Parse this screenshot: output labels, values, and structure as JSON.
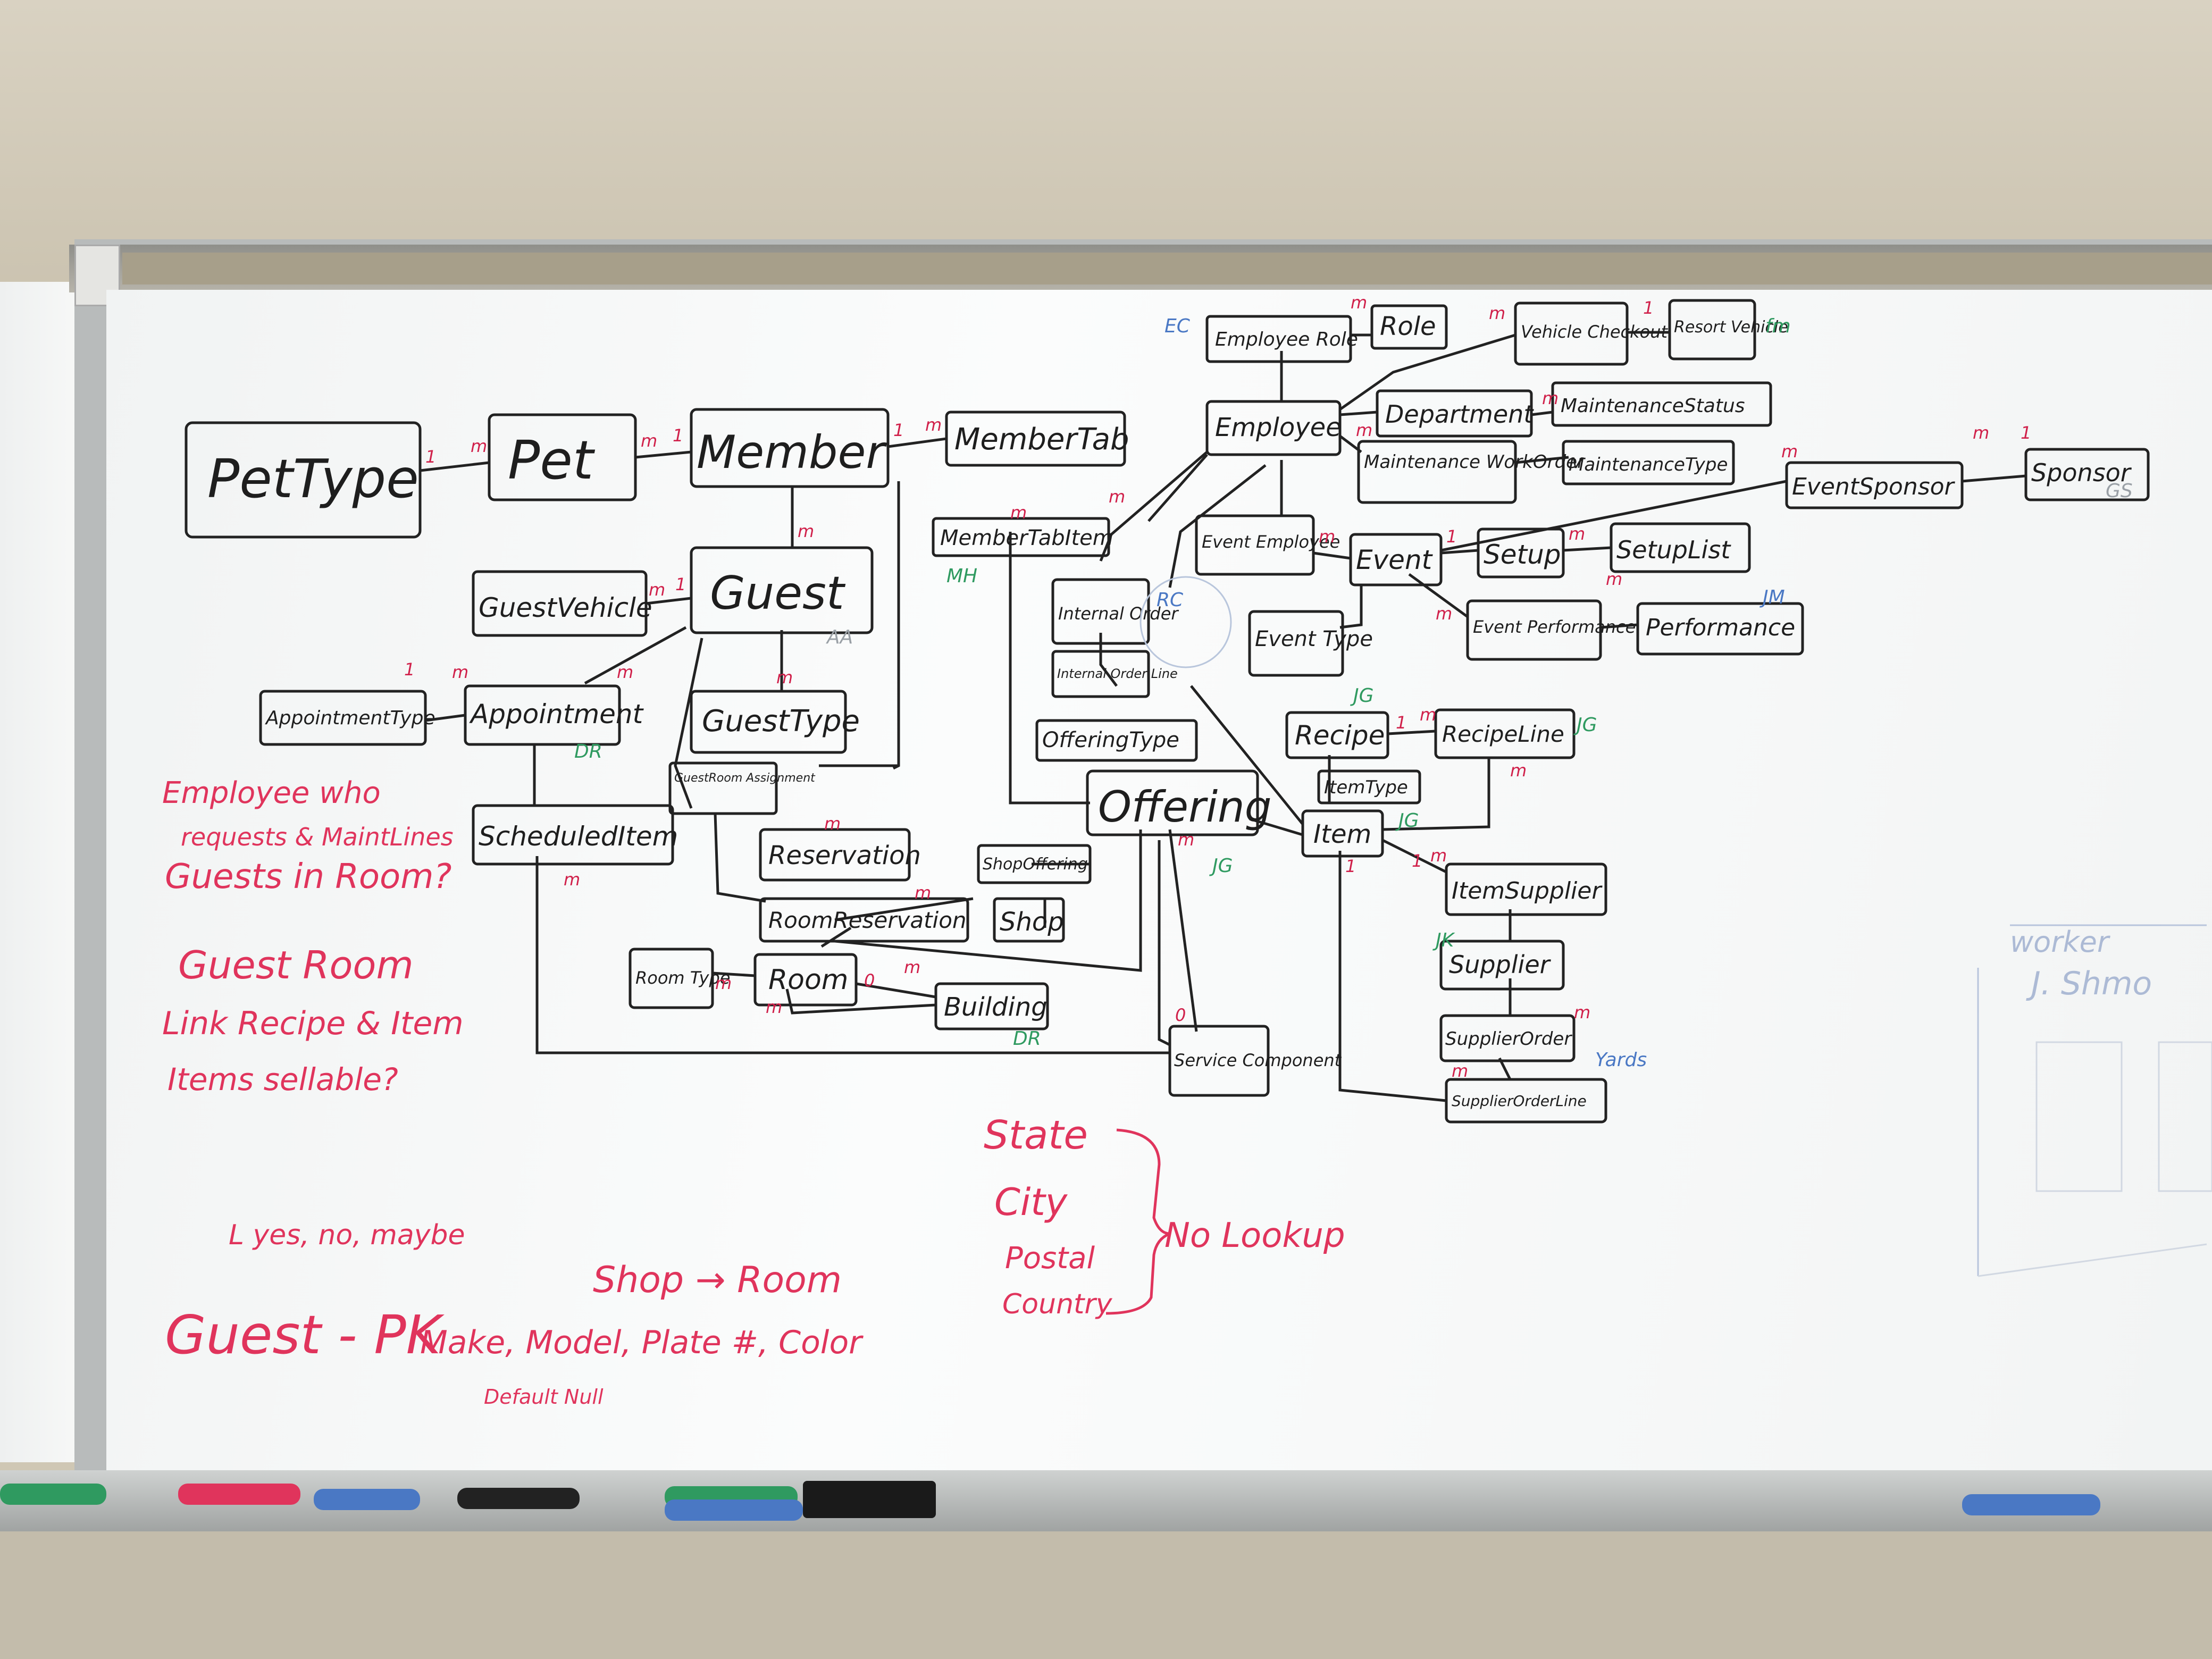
{
  "entities": [
    {
      "key": "pet-type",
      "label": "PetType"
    },
    {
      "key": "pet",
      "label": "Pet"
    },
    {
      "key": "member",
      "label": "Member"
    },
    {
      "key": "member-tab",
      "label": "MemberTab"
    },
    {
      "key": "member-tab-item",
      "label": "MemberTabItem"
    },
    {
      "key": "guest",
      "label": "Guest"
    },
    {
      "key": "guest-vehicle",
      "label": "GuestVehicle"
    },
    {
      "key": "guest-type",
      "label": "GuestType"
    },
    {
      "key": "appointment-type",
      "label": "AppointmentType"
    },
    {
      "key": "appointment",
      "label": "Appointment"
    },
    {
      "key": "scheduled-item",
      "label": "ScheduledItem"
    },
    {
      "key": "guest-room-assignment",
      "label": "GuestRoom Assignment"
    },
    {
      "key": "reservation",
      "label": "Reservation"
    },
    {
      "key": "room-reservation",
      "label": "RoomReservation"
    },
    {
      "key": "room-type",
      "label": "Room Type"
    },
    {
      "key": "room",
      "label": "Room"
    },
    {
      "key": "building",
      "label": "Building"
    },
    {
      "key": "shop-offering",
      "label": "ShopOffering"
    },
    {
      "key": "shop",
      "label": "Shop"
    },
    {
      "key": "offering",
      "label": "Offering"
    },
    {
      "key": "offering-type",
      "label": "OfferingType"
    },
    {
      "key": "internal-order",
      "label": "Internal Order"
    },
    {
      "key": "internal-order-line",
      "label": "Internal Order Line"
    },
    {
      "key": "service-component",
      "label": "Service Component"
    },
    {
      "key": "employee-role",
      "label": "Employee Role"
    },
    {
      "key": "role",
      "label": "Role"
    },
    {
      "key": "vehicle-checkout",
      "label": "Vehicle Checkout"
    },
    {
      "key": "resort-vehicle",
      "label": "Resort Vehicle"
    },
    {
      "key": "employee",
      "label": "Employee"
    },
    {
      "key": "department",
      "label": "Department"
    },
    {
      "key": "maintenance-status",
      "label": "MaintenanceStatus"
    },
    {
      "key": "maintenance-work-order",
      "label": "Maintenance WorkOrder"
    },
    {
      "key": "maintenance-type",
      "label": "MaintenanceType"
    },
    {
      "key": "event-sponsor",
      "label": "EventSponsor"
    },
    {
      "key": "sponsor",
      "label": "Sponsor"
    },
    {
      "key": "event-employee",
      "label": "Event Employee"
    },
    {
      "key": "event",
      "label": "Event"
    },
    {
      "key": "setup",
      "label": "Setup"
    },
    {
      "key": "setup-list",
      "label": "SetupList"
    },
    {
      "key": "event-type",
      "label": "Event Type"
    },
    {
      "key": "event-performance",
      "label": "Event Performance"
    },
    {
      "key": "performance",
      "label": "Performance"
    },
    {
      "key": "recipe",
      "label": "Recipe"
    },
    {
      "key": "recipe-line",
      "label": "RecipeLine"
    },
    {
      "key": "item-type",
      "label": "ItemType"
    },
    {
      "key": "item",
      "label": "Item"
    },
    {
      "key": "item-supplier",
      "label": "ItemSupplier"
    },
    {
      "key": "supplier",
      "label": "Supplier"
    },
    {
      "key": "supplier-order",
      "label": "SupplierOrder"
    },
    {
      "key": "supplier-order-line",
      "label": "SupplierOrderLine"
    }
  ],
  "cardinality": {
    "one": "1",
    "many": "m",
    "zero": "0"
  },
  "initials": {
    "ec": "EC",
    "fm": "fm",
    "jm": "JM",
    "rc": "RC",
    "jg": "JG",
    "dr": "DR",
    "mh": "MH",
    "jk": "JK",
    "aa": "AA",
    "gs": "GS"
  },
  "notes": {
    "n1a": "Employee who",
    "n1b": "requests & MaintLines",
    "n2": "Guests in Room?",
    "n3": "Guest Room",
    "n4": "Link Recipe & Item",
    "n5": "Items sellable?",
    "n6": "L yes, no, maybe",
    "n7": "Guest - PK",
    "n8": "Make, Model, Plate #, Color",
    "n9": "Default Null",
    "n10": "Shop → Room",
    "n11": "State",
    "n12": "City",
    "n13": "Postal",
    "n14": "Country",
    "n15": "No Lookup",
    "n16": "worker",
    "n17": "J. Shmo",
    "n18": "Yards"
  },
  "colors": {
    "ink": "#222222",
    "red": "#e0345c",
    "blue": "#4a78c4",
    "green": "#2f9a60"
  },
  "markers": [
    {
      "name": "green-marker",
      "color": "#2f9a60"
    },
    {
      "name": "red-marker",
      "color": "#e0345c"
    },
    {
      "name": "blue-marker",
      "color": "#4a78c4"
    },
    {
      "name": "black-marker",
      "color": "#222222"
    },
    {
      "name": "green-marker-2",
      "color": "#2f9a60"
    },
    {
      "name": "blue-marker-2",
      "color": "#4a78c4"
    },
    {
      "name": "eraser",
      "color": "#1a1a1a"
    },
    {
      "name": "blue-marker-3",
      "color": "#4a78c4"
    }
  ]
}
